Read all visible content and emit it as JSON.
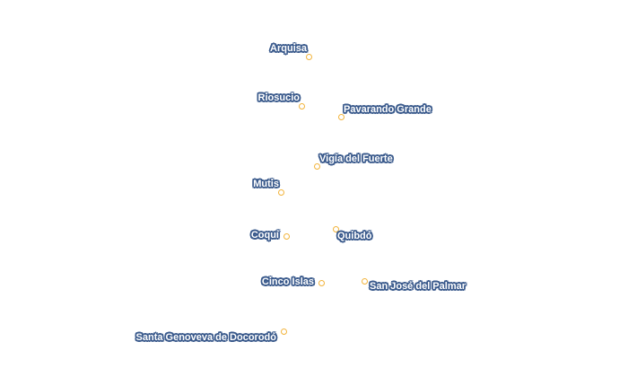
{
  "map": {
    "marker_color": "#f2b43c",
    "label_outline_color": "#3a5a8c",
    "places": [
      {
        "name": "Arquisa"
      },
      {
        "name": "Riosucio"
      },
      {
        "name": "Pavarando Grande"
      },
      {
        "name": "Vigía del Fuerte"
      },
      {
        "name": "Mutis"
      },
      {
        "name": "Quibdó"
      },
      {
        "name": "Coquí"
      },
      {
        "name": "Cinco Islas"
      },
      {
        "name": "San José del Palmar"
      },
      {
        "name": "Santa Genoveva de Docorodó"
      }
    ]
  }
}
